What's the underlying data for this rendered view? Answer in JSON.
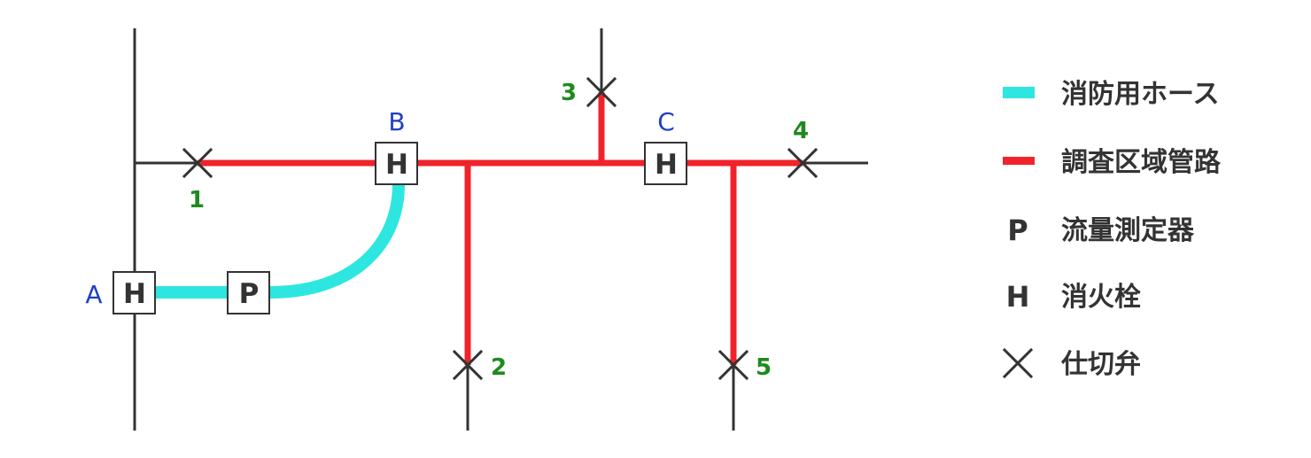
{
  "colors": {
    "hose": "#2ee6e0",
    "survey_pipe": "#f0232a",
    "pipe": "#333333",
    "point_label": "#1f3fc4",
    "valve_label": "#1e8a1e"
  },
  "nodes": {
    "A": {
      "label": "A",
      "symbol": "H"
    },
    "B": {
      "label": "B",
      "symbol": "H"
    },
    "C": {
      "label": "C",
      "symbol": "H"
    },
    "meter": {
      "symbol": "P"
    }
  },
  "valves": [
    "1",
    "2",
    "3",
    "4",
    "5"
  ],
  "legend": [
    {
      "icon": "hose-line-icon",
      "label": "消防用ホース"
    },
    {
      "icon": "survey-pipe-line-icon",
      "label": "調査区域管路"
    },
    {
      "icon": "P",
      "label": "流量測定器"
    },
    {
      "icon": "H",
      "label": "消火栓"
    },
    {
      "icon": "valve-x-icon",
      "label": "仕切弁"
    }
  ]
}
